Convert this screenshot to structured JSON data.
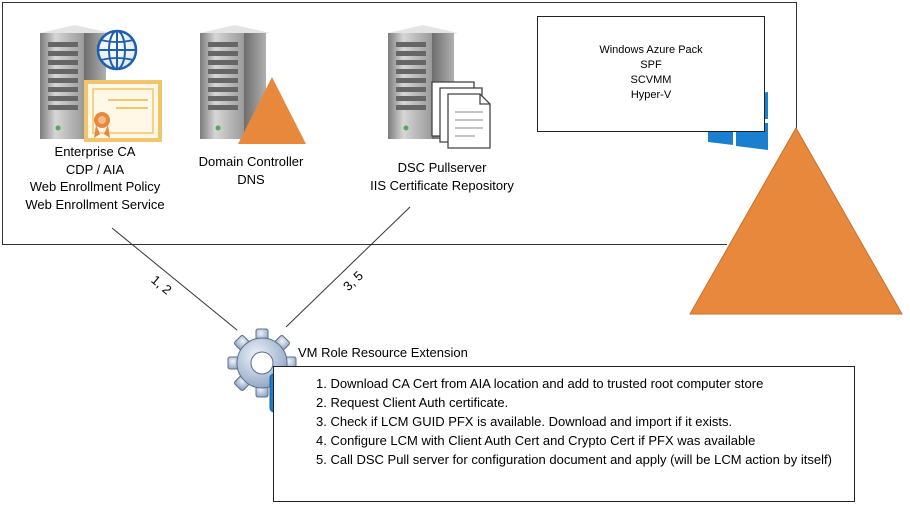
{
  "servers": {
    "enterprise_ca": [
      "Enterprise CA",
      "CDP / AIA",
      "Web Enrollment Policy",
      "Web Enrollment Service"
    ],
    "domain_controller": [
      "Domain Controller",
      "DNS"
    ],
    "dsc_pullserver": [
      "DSC Pullserver",
      "IIS Certificate Repository"
    ]
  },
  "azure_pack": [
    "Windows Azure Pack",
    "SPF",
    "SCVMM",
    "Hyper-V"
  ],
  "connectors": {
    "ca_link": "1, 2",
    "dsc_link": "3, 5"
  },
  "extension": {
    "title": "VM Role Resource Extension",
    "steps": [
      "1. Download CA Cert from AIA location and add to trusted root computer store",
      "2. Request Client Auth certificate.",
      "3. Check if LCM GUID PFX is available. Download and import if it exists.",
      "4. Configure LCM with Client Auth Cert and Crypto Cert if PFX was available",
      "5. Call DSC Pull server for configuration document and apply (will be LCM action by itself)"
    ]
  },
  "colors": {
    "orange": "#e8883d",
    "windows_blue": "#1b7fcf",
    "server_gray": "#b8b8b8",
    "cert_gold": "#f3c56b"
  }
}
